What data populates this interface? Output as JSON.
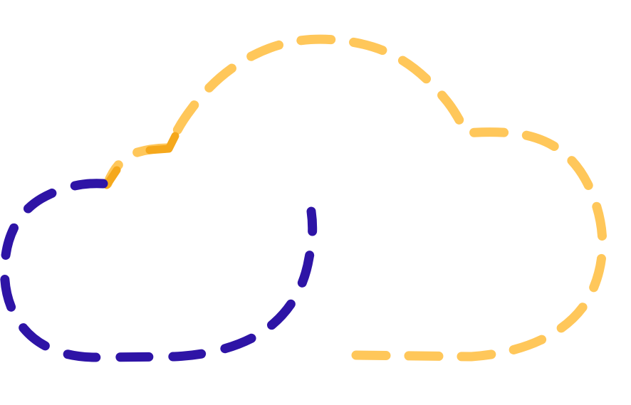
{
  "illustration": {
    "name": "dashed-cloud-pair",
    "colors": {
      "background": "#ffffff",
      "cloud_large": "#FFC75A",
      "cloud_large_accent": "#F5A81C",
      "cloud_small": "#2E14A6"
    },
    "icons": [
      "large-dashed-cloud-outline",
      "small-dashed-cloud-outline"
    ]
  }
}
